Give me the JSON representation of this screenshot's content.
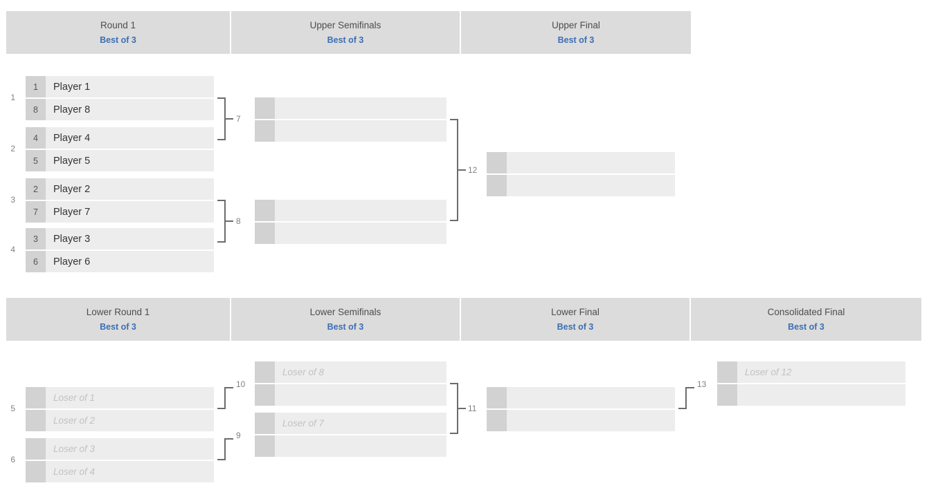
{
  "upper": {
    "headers": [
      {
        "title": "Round 1",
        "format": "Best of 3"
      },
      {
        "title": "Upper Semifinals",
        "format": "Best of 3"
      },
      {
        "title": "Upper Final",
        "format": "Best of 3"
      }
    ],
    "round1": {
      "matches": [
        {
          "number": "1",
          "slots": [
            {
              "seed": "1",
              "name": "Player 1"
            },
            {
              "seed": "8",
              "name": "Player 8"
            }
          ]
        },
        {
          "number": "2",
          "slots": [
            {
              "seed": "4",
              "name": "Player 4"
            },
            {
              "seed": "5",
              "name": "Player 5"
            }
          ]
        },
        {
          "number": "3",
          "slots": [
            {
              "seed": "2",
              "name": "Player 2"
            },
            {
              "seed": "7",
              "name": "Player 7"
            }
          ]
        },
        {
          "number": "4",
          "slots": [
            {
              "seed": "3",
              "name": "Player 3"
            },
            {
              "seed": "6",
              "name": "Player 6"
            }
          ]
        }
      ]
    },
    "semifinals": {
      "matches": [
        {
          "number": "7",
          "slots": [
            {
              "seed": "",
              "name": ""
            },
            {
              "seed": "",
              "name": ""
            }
          ]
        },
        {
          "number": "8",
          "slots": [
            {
              "seed": "",
              "name": ""
            },
            {
              "seed": "",
              "name": ""
            }
          ]
        }
      ]
    },
    "final": {
      "matches": [
        {
          "number": "12",
          "slots": [
            {
              "seed": "",
              "name": ""
            },
            {
              "seed": "",
              "name": ""
            }
          ]
        }
      ]
    }
  },
  "lower": {
    "headers": [
      {
        "title": "Lower Round 1",
        "format": "Best of 3"
      },
      {
        "title": "Lower Semifinals",
        "format": "Best of 3"
      },
      {
        "title": "Lower Final",
        "format": "Best of 3"
      },
      {
        "title": "Consolidated Final",
        "format": "Best of 3"
      }
    ],
    "round1": {
      "matches": [
        {
          "number": "5",
          "slots": [
            {
              "seed": "",
              "name": "Loser of 1"
            },
            {
              "seed": "",
              "name": "Loser of 2"
            }
          ]
        },
        {
          "number": "6",
          "slots": [
            {
              "seed": "",
              "name": "Loser of 3"
            },
            {
              "seed": "",
              "name": "Loser of 4"
            }
          ]
        }
      ]
    },
    "semifinals": {
      "matches": [
        {
          "number": "10",
          "slots": [
            {
              "seed": "",
              "name": "Loser of 8"
            },
            {
              "seed": "",
              "name": ""
            }
          ]
        },
        {
          "number": "9",
          "slots": [
            {
              "seed": "",
              "name": "Loser of 7"
            },
            {
              "seed": "",
              "name": ""
            }
          ]
        }
      ]
    },
    "final": {
      "matches": [
        {
          "number": "11",
          "slots": [
            {
              "seed": "",
              "name": ""
            },
            {
              "seed": "",
              "name": ""
            }
          ]
        }
      ]
    },
    "consolidated": {
      "matches": [
        {
          "number": "13",
          "slots": [
            {
              "seed": "",
              "name": "Loser of 12"
            },
            {
              "seed": "",
              "name": ""
            }
          ]
        }
      ]
    }
  },
  "connector_labels": {
    "upper_sf_top": "7",
    "upper_sf_bottom": "8",
    "upper_final": "12",
    "lower_r1_top": "10",
    "lower_r1_bottom": "9",
    "lower_final": "11",
    "consolidated": "13"
  },
  "colors": {
    "header_bg": "#dcdcdc",
    "format_text": "#3c6eb4",
    "slot_bg": "#ededed",
    "seed_bg": "#d2d2d2",
    "connector": "#6b6b6b",
    "placeholder_text": "#c2c2c2"
  }
}
